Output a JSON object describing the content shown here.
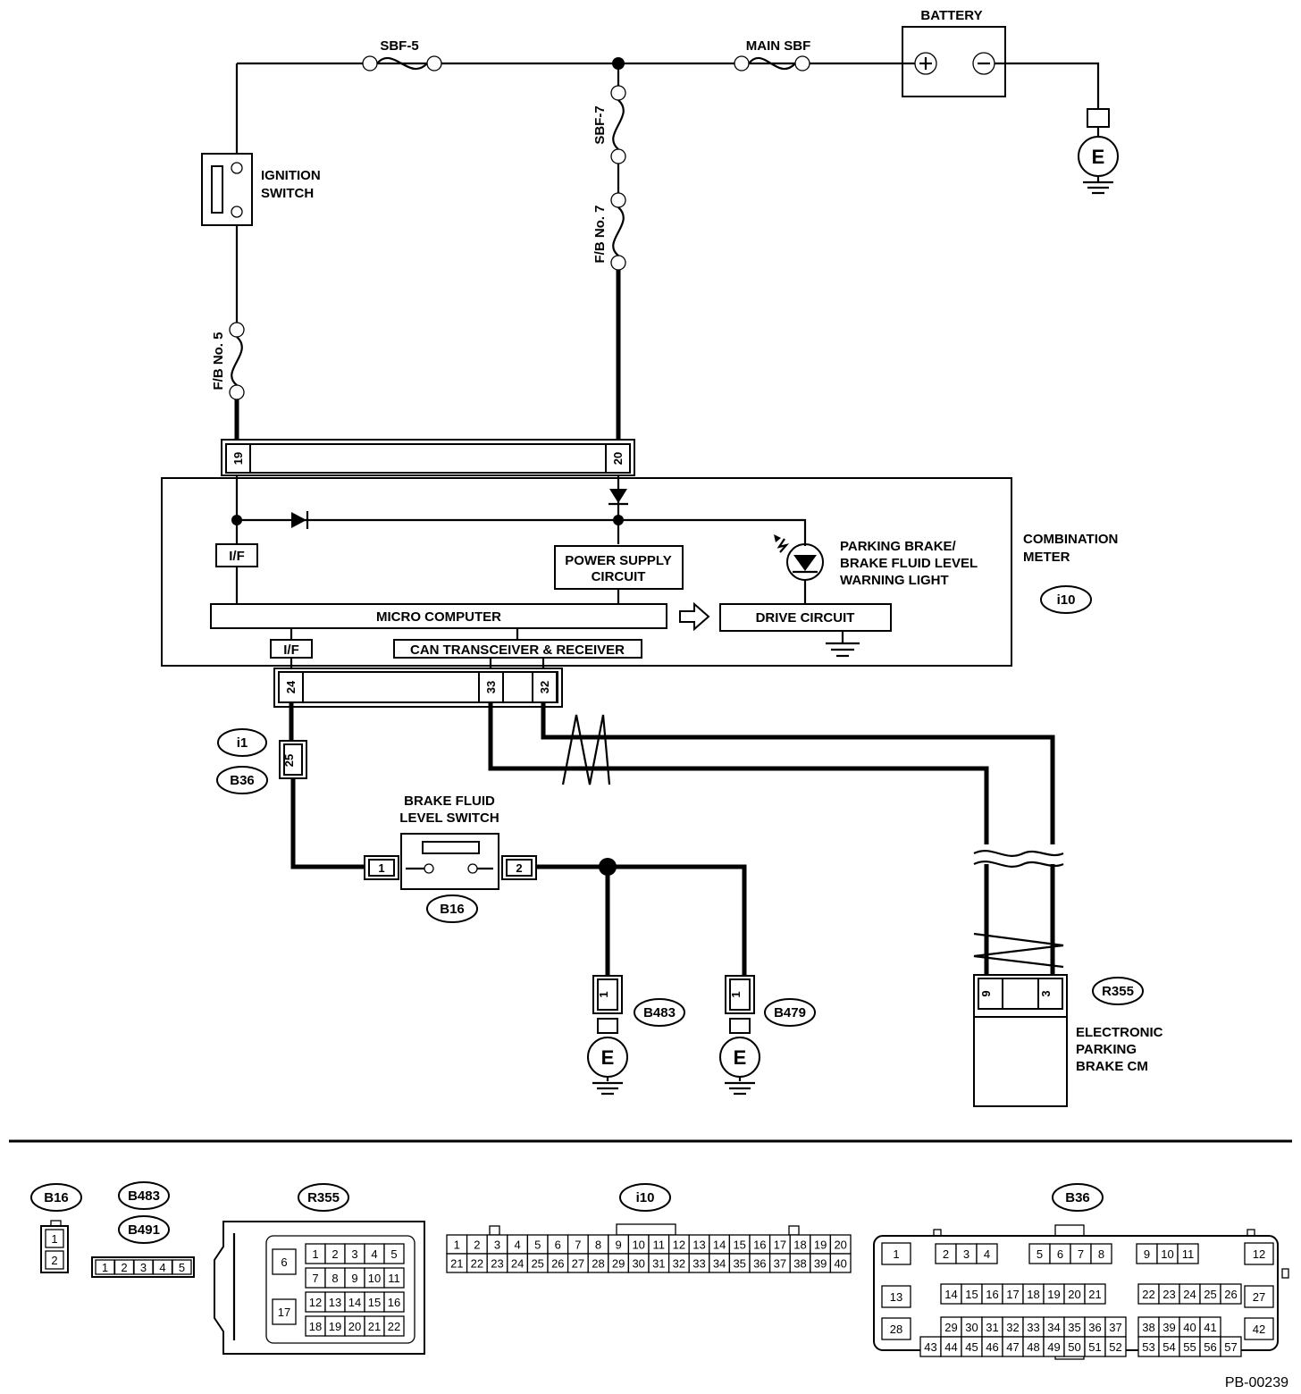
{
  "labels": {
    "battery": "BATTERY",
    "main_sbf": "MAIN SBF",
    "sbf5": "SBF-5",
    "sbf7": "SBF-7",
    "fb7": "F/B No. 7",
    "fb5": "F/B No. 5",
    "ignition_1": "IGNITION",
    "ignition_2": "SWITCH",
    "combination_1": "COMBINATION",
    "combination_2": "METER",
    "warning_1": "PARKING BRAKE/",
    "warning_2": "BRAKE FLUID LEVEL",
    "warning_3": "WARNING LIGHT",
    "power_1": "POWER SUPPLY",
    "power_2": "CIRCUIT",
    "micro": "MICRO COMPUTER",
    "drive": "DRIVE CIRCUIT",
    "can": "CAN TRANSCEIVER & RECEIVER",
    "if_top": "I/F",
    "if_bottom": "I/F",
    "bfls_1": "BRAKE FLUID",
    "bfls_2": "LEVEL SWITCH",
    "epb_1": "ELECTRONIC",
    "epb_2": "PARKING",
    "epb_3": "BRAKE CM",
    "ground": "E",
    "footer_code": "PB-00239"
  },
  "connectors": {
    "i10": "i10",
    "i1": "i1",
    "b36": "B36",
    "b16": "B16",
    "b483": "B483",
    "b479": "B479",
    "r355": "R355"
  },
  "pins": {
    "p19": "19",
    "p20": "20",
    "p24": "24",
    "p33": "33",
    "p32": "32",
    "p25": "25",
    "p1": "1",
    "p2": "2",
    "p9": "9",
    "p3": "3",
    "b483_pin": "1",
    "b479_pin": "1"
  },
  "legend": {
    "b16": {
      "label": "B16",
      "pins": [
        "1",
        "2"
      ]
    },
    "b483": {
      "label": "B483"
    },
    "b491": {
      "label": "B491",
      "pins": [
        "1",
        "2",
        "3",
        "4",
        "5"
      ]
    },
    "r355": {
      "label": "R355",
      "pins": [
        "6",
        "17",
        "1",
        "2",
        "3",
        "4",
        "5",
        "7",
        "8",
        "9",
        "10",
        "11",
        "12",
        "13",
        "14",
        "15",
        "16",
        "18",
        "19",
        "20",
        "21",
        "22"
      ]
    },
    "i10": {
      "label": "i10",
      "row1": [
        "1",
        "2",
        "3",
        "4",
        "5",
        "6",
        "7",
        "8",
        "9",
        "10",
        "11",
        "12",
        "13",
        "14",
        "15",
        "16",
        "17",
        "18",
        "19",
        "20"
      ],
      "row2": [
        "21",
        "22",
        "23",
        "24",
        "25",
        "26",
        "27",
        "28",
        "29",
        "30",
        "31",
        "32",
        "33",
        "34",
        "35",
        "36",
        "37",
        "38",
        "39",
        "40"
      ]
    },
    "b36": {
      "label": "B36",
      "pins": [
        "1",
        "2",
        "3",
        "4",
        "5",
        "6",
        "7",
        "8",
        "9",
        "10",
        "11",
        "12",
        "13",
        "14",
        "15",
        "16",
        "17",
        "18",
        "19",
        "20",
        "21",
        "22",
        "23",
        "24",
        "25",
        "26",
        "27",
        "28",
        "29",
        "30",
        "31",
        "32",
        "33",
        "34",
        "35",
        "36",
        "37",
        "38",
        "39",
        "40",
        "41",
        "42",
        "43",
        "44",
        "45",
        "46",
        "47",
        "48",
        "49",
        "50",
        "51",
        "52",
        "53",
        "54",
        "55",
        "56",
        "57"
      ]
    }
  }
}
